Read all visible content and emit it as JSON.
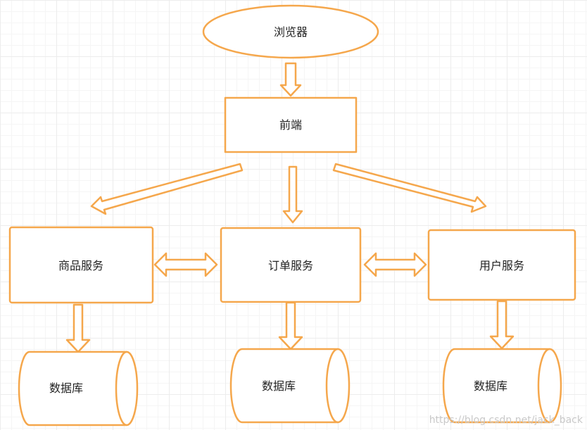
{
  "nodes": {
    "browser": "浏览器",
    "frontend": "前端",
    "product_service": "商品服务",
    "order_service": "订单服务",
    "user_service": "用户服务",
    "db_product": "数据库",
    "db_order": "数据库",
    "db_user": "数据库"
  },
  "watermark": "https://blog.csdn.net/jack_back",
  "colors": {
    "stroke": "#f5a74c",
    "text": "#222222",
    "background": "#ffffff"
  }
}
